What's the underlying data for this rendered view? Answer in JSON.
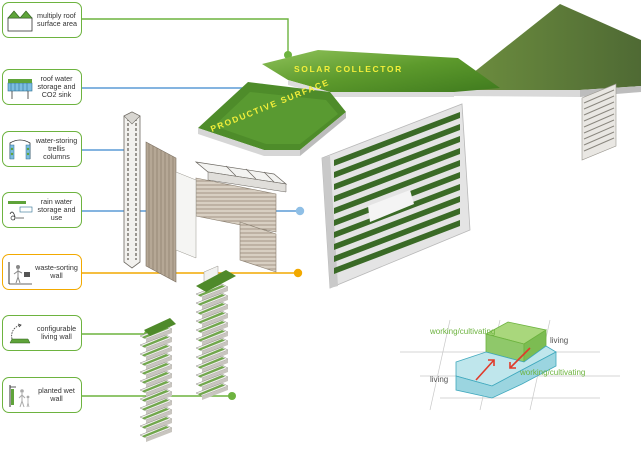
{
  "legend": {
    "roof_area": "multiply roof surface area",
    "roof_water": "roof water storage and CO2 sink",
    "trellis": "water-storing trellis columns",
    "rain_water": "rain water storage and use",
    "waste": "waste-sorting wall",
    "living_wall": "configurable living wall",
    "planted_wall": "planted wet wall"
  },
  "roof": {
    "solar_collector": "SOLAR COLLECTOR",
    "productive_surface": "PRODUCTIVE SURFACE"
  },
  "mini_diagram": {
    "working_top": "working/cultivating",
    "living_right": "living",
    "living_left": "living",
    "working_bottom": "working/cultivating"
  },
  "colors": {
    "green_line": "#6db33f",
    "blue_line": "#5b9bd5",
    "orange_line": "#f2a900",
    "roof_green": "#5f9a2e",
    "wall_dark": "#2f4a22"
  }
}
